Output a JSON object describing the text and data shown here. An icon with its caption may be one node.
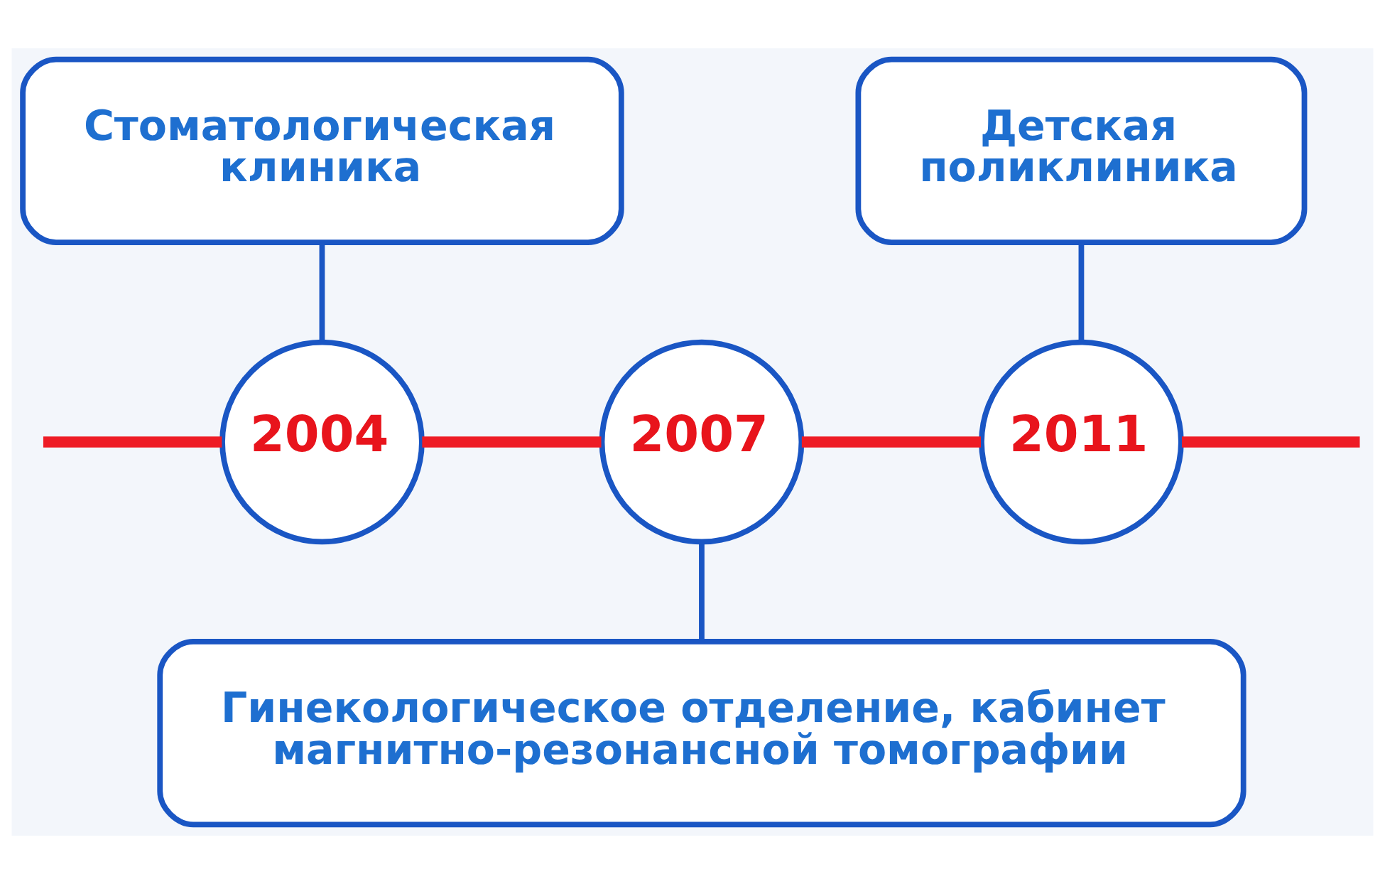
{
  "diagram": {
    "nodes": [
      {
        "text": [
          "Стоматологическая клиника"
        ]
      },
      {
        "text": [
          "Детская поликлиника"
        ]
      },
      {
        "text": [
          "2004"
        ]
      },
      {
        "text": [
          "2007"
        ]
      },
      {
        "text": [
          "2011"
        ]
      },
      {
        "text": [
          "Гинекологическое отделение, кабинет магнитно-резонансной томографии"
        ]
      }
    ],
    "edges": [
      {
        "from": null,
        "to": 2,
        "arrow": "none"
      },
      {
        "from": 2,
        "to": 3,
        "arrow": "none"
      },
      {
        "from": 3,
        "to": 4,
        "arrow": "none"
      },
      {
        "from": 4,
        "to": null,
        "arrow": "none"
      },
      {
        "from": 0,
        "to": 2,
        "arrow": "none",
        "color": "#1a56c4"
      },
      {
        "from": 1,
        "to": 4,
        "arrow": "none",
        "color": "#1a56c4"
      },
      {
        "from": 3,
        "to": 5,
        "arrow": "none",
        "color": "#1a56c4"
      }
    ]
  }
}
